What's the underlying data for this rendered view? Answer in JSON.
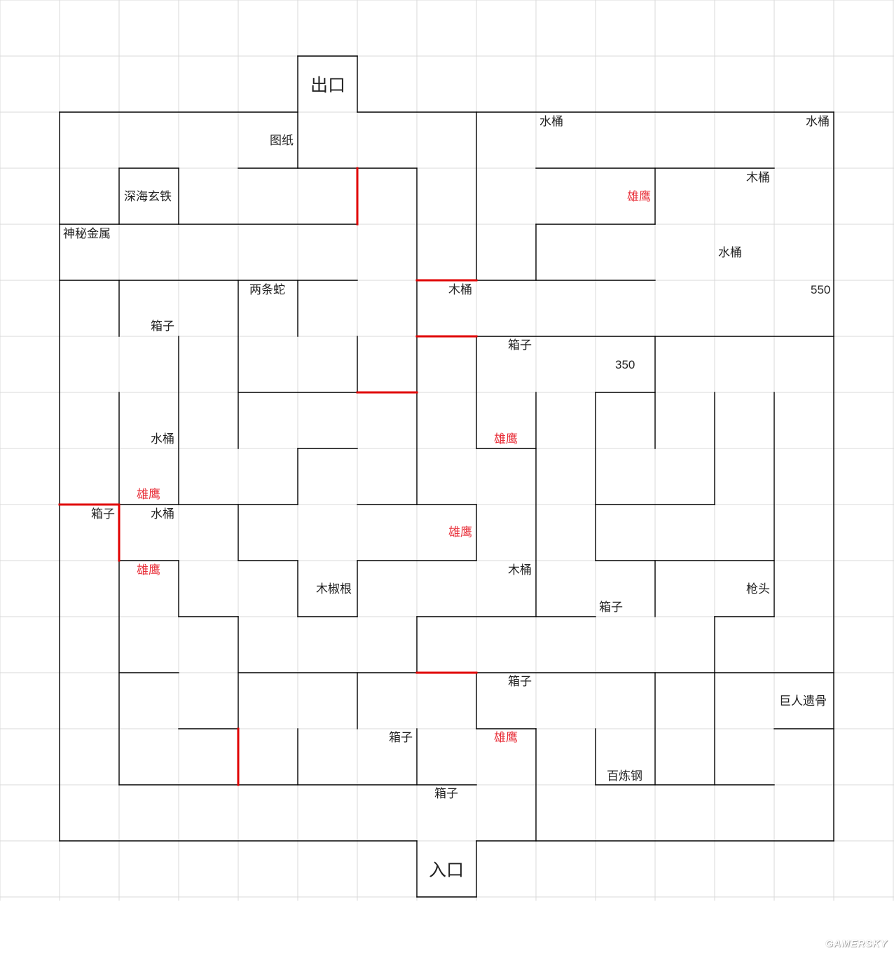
{
  "map": {
    "exit": "出口",
    "entrance": "入口",
    "colors": {
      "wall": "#000000",
      "special_wall": "#e00000",
      "grid": "#d9d9d9",
      "eagle": "#e8303a"
    },
    "labels": [
      {
        "text": "图纸"
      },
      {
        "text": "深海玄铁"
      },
      {
        "text": "神秘金属"
      },
      {
        "text": "两条蛇"
      },
      {
        "text": "箱子"
      },
      {
        "text": "木桶"
      },
      {
        "text": "水桶"
      },
      {
        "text": "水桶"
      },
      {
        "text": "木桶"
      },
      {
        "text": "雄鹰"
      },
      {
        "text": "水桶"
      },
      {
        "text": "550"
      },
      {
        "text": "箱子"
      },
      {
        "text": "350"
      },
      {
        "text": "雄鹰"
      },
      {
        "text": "水桶"
      },
      {
        "text": "雄鹰"
      },
      {
        "text": "箱子"
      },
      {
        "text": "水桶"
      },
      {
        "text": "雄鹰"
      },
      {
        "text": "雄鹰"
      },
      {
        "text": "木椒根"
      },
      {
        "text": "木桶"
      },
      {
        "text": "箱子"
      },
      {
        "text": "枪头"
      },
      {
        "text": "箱子"
      },
      {
        "text": "巨人遗骨"
      },
      {
        "text": "箱子"
      },
      {
        "text": "雄鹰"
      },
      {
        "text": "百炼钢"
      },
      {
        "text": "箱子"
      }
    ]
  },
  "watermark": "GAMERSKY"
}
